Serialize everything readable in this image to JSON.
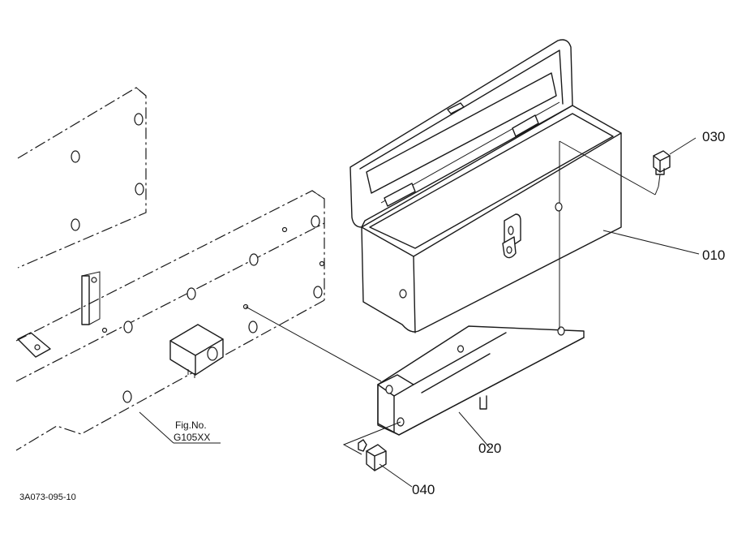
{
  "labels": {
    "p010": "010",
    "p020": "020",
    "p030": "030",
    "p040": "040"
  },
  "figure_ref": {
    "line1": "Fig.No.",
    "line2": "G105XX"
  },
  "drawing_code": "3A073-095-10"
}
